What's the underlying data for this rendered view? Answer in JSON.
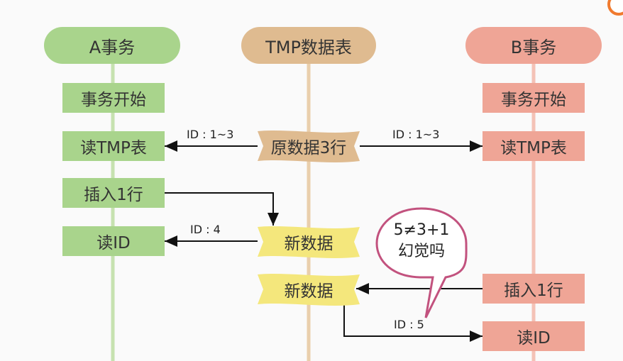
{
  "colors": {
    "a_lane": "#a9d48c",
    "tmp_lane": "#dfbb90",
    "b_lane": "#efa596",
    "highlight": "#f4e77c",
    "bubble_border": "#c2527e"
  },
  "lanes": {
    "a_title": "A事务",
    "tmp_title": "TMP数据表",
    "b_title": "B事务"
  },
  "a_steps": {
    "start": "事务开始",
    "read_tmp": "读TMP表",
    "insert": "插入1行",
    "read_id": "读ID"
  },
  "b_steps": {
    "start": "事务开始",
    "read_tmp": "读TMP表",
    "insert": "插入1行",
    "read_id": "读ID"
  },
  "tmp_items": {
    "original": "原数据3行",
    "new_data_1": "新数据",
    "new_data_2": "新数据"
  },
  "labels": {
    "a_read_ids": "ID : 1~3",
    "b_read_ids": "ID : 1~3",
    "a_read_new": "ID : 4",
    "b_read_new": "ID : 5"
  },
  "bubble": {
    "line1": "5≠3+1",
    "line2": "幻觉吗"
  }
}
